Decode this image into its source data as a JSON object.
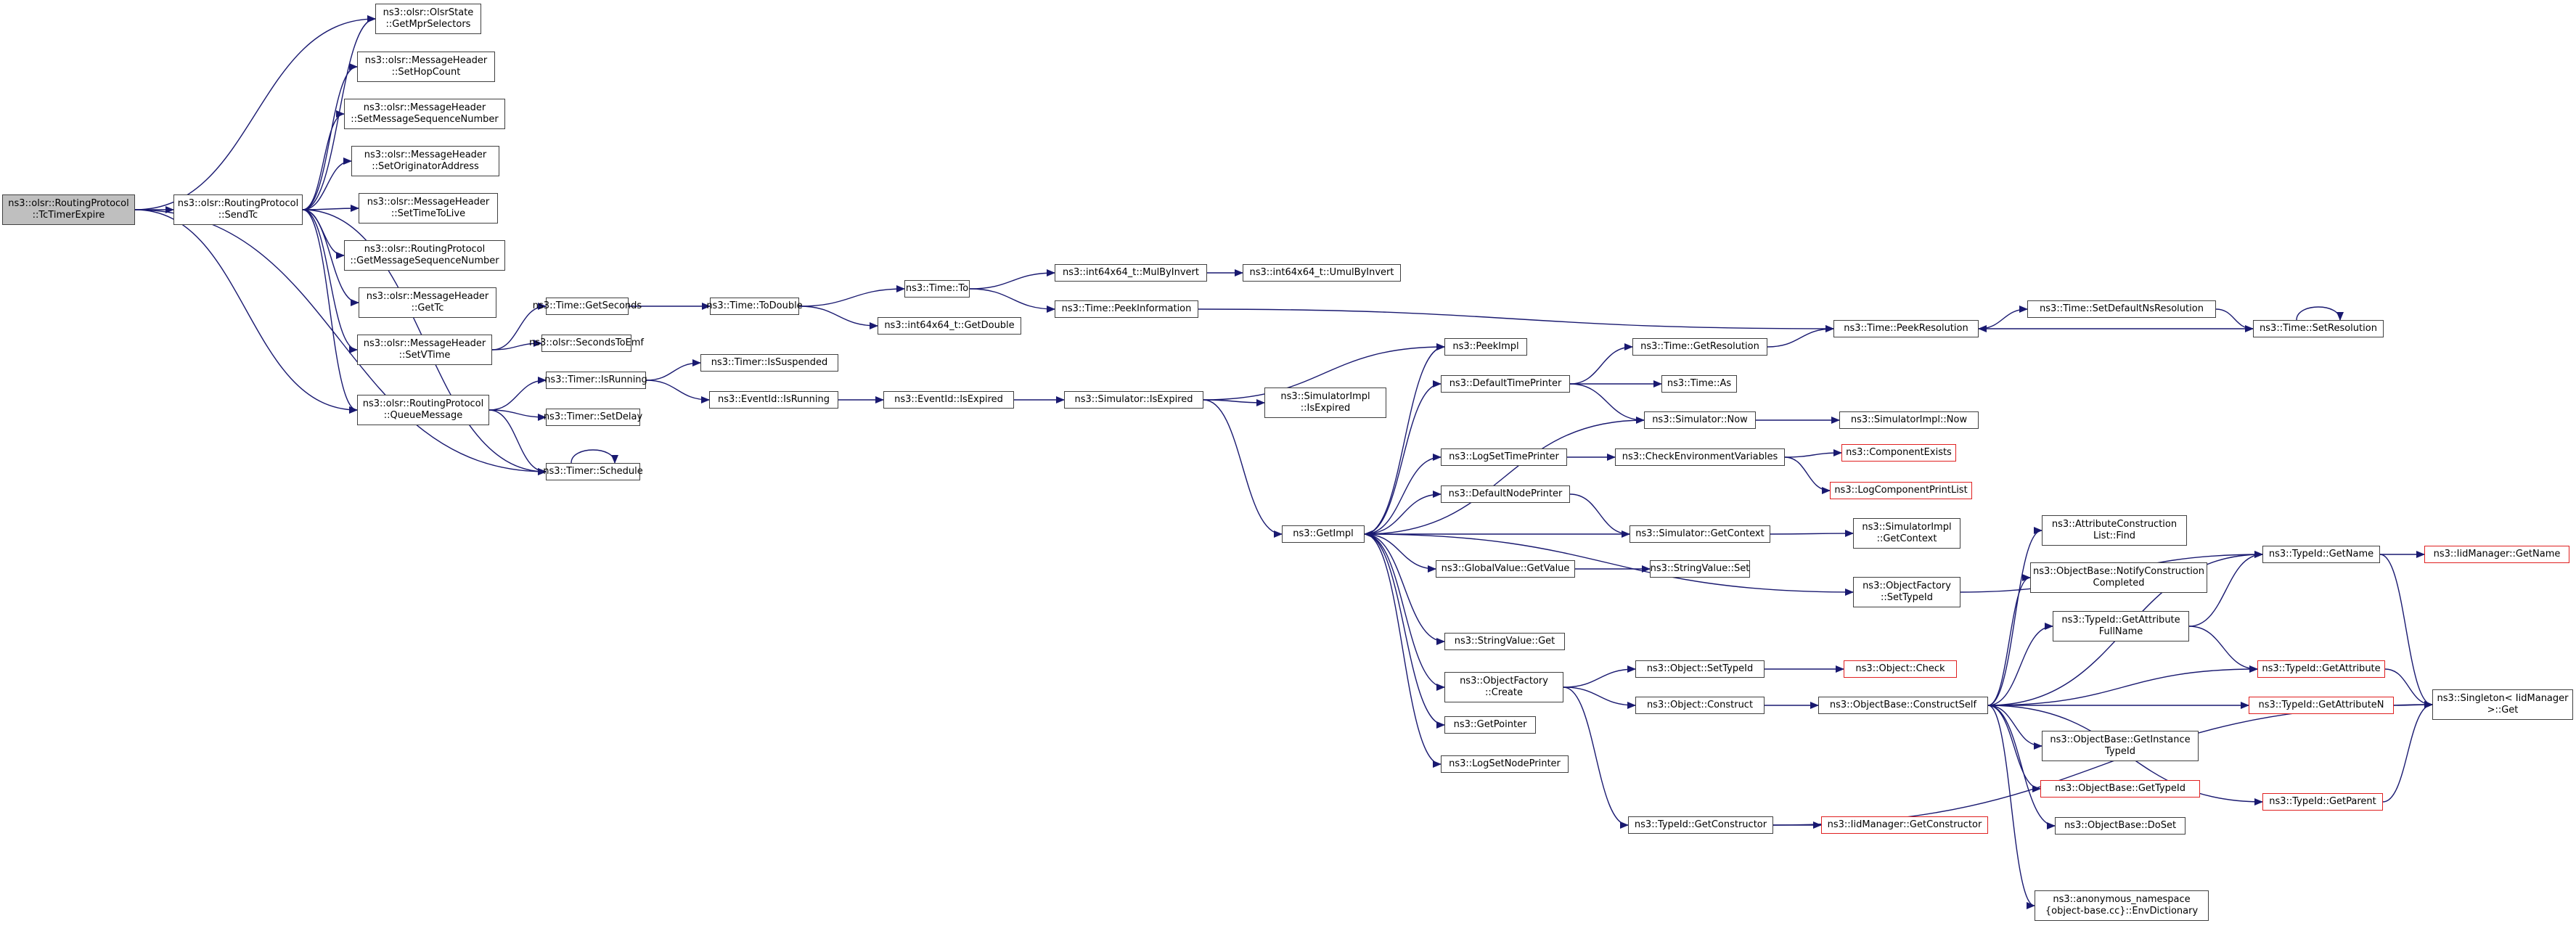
{
  "colors": {
    "edge": "#191970",
    "border": "#404040",
    "highlight_border": "#e02020",
    "root_fill": "#bfbfbf"
  },
  "nodes": [
    {
      "id": "root",
      "lines": [
        "ns3::olsr::RoutingProtocol",
        "::TcTimerExpire"
      ],
      "root": true
    },
    {
      "id": "sendtc",
      "lines": [
        "ns3::olsr::RoutingProtocol",
        "::SendTc"
      ]
    },
    {
      "id": "getmpr",
      "lines": [
        "ns3::olsr::OlsrState",
        "::GetMprSelectors"
      ]
    },
    {
      "id": "sethop",
      "lines": [
        "ns3::olsr::MessageHeader",
        "::SetHopCount"
      ]
    },
    {
      "id": "setmsgseq",
      "lines": [
        "ns3::olsr::MessageHeader",
        "::SetMessageSequenceNumber"
      ]
    },
    {
      "id": "setorig",
      "lines": [
        "ns3::olsr::MessageHeader",
        "::SetOriginatorAddress"
      ]
    },
    {
      "id": "setttl",
      "lines": [
        "ns3::olsr::MessageHeader",
        "::SetTimeToLive"
      ]
    },
    {
      "id": "getmsgseq",
      "lines": [
        "ns3::olsr::RoutingProtocol",
        "::GetMessageSequenceNumber"
      ]
    },
    {
      "id": "gettc",
      "lines": [
        "ns3::olsr::MessageHeader",
        "::GetTc"
      ]
    },
    {
      "id": "setvtime",
      "lines": [
        "ns3::olsr::MessageHeader",
        "::SetVTime"
      ]
    },
    {
      "id": "queue",
      "lines": [
        "ns3::olsr::RoutingProtocol",
        "::QueueMessage"
      ]
    },
    {
      "id": "getseconds",
      "lines": [
        "ns3::Time::GetSeconds"
      ]
    },
    {
      "id": "secondstoemf",
      "lines": [
        "ns3::olsr::SecondsToEmf"
      ]
    },
    {
      "id": "todouble",
      "lines": [
        "ns3::Time::ToDouble"
      ]
    },
    {
      "id": "timeto",
      "lines": [
        "ns3::Time::To"
      ]
    },
    {
      "id": "int64getdouble",
      "lines": [
        "ns3::int64x64_t::GetDouble"
      ]
    },
    {
      "id": "mulbyinvert",
      "lines": [
        "ns3::int64x64_t::MulByInvert"
      ]
    },
    {
      "id": "umulbyinvert",
      "lines": [
        "ns3::int64x64_t::UmulByInvert"
      ]
    },
    {
      "id": "peekinfo",
      "lines": [
        "ns3::Time::PeekInformation"
      ]
    },
    {
      "id": "peekres",
      "lines": [
        "ns3::Time::PeekResolution"
      ]
    },
    {
      "id": "setdefns",
      "lines": [
        "ns3::Time::SetDefaultNsResolution"
      ]
    },
    {
      "id": "setres",
      "lines": [
        "ns3::Time::SetResolution"
      ]
    },
    {
      "id": "timerisrunning",
      "lines": [
        "ns3::Timer::IsRunning"
      ]
    },
    {
      "id": "issuspended",
      "lines": [
        "ns3::Timer::IsSuspended"
      ]
    },
    {
      "id": "setdelay",
      "lines": [
        "ns3::Timer::SetDelay"
      ]
    },
    {
      "id": "schedule",
      "lines": [
        "ns3::Timer::Schedule"
      ]
    },
    {
      "id": "eventisrunning",
      "lines": [
        "ns3::EventId::IsRunning"
      ]
    },
    {
      "id": "eventisexpired",
      "lines": [
        "ns3::EventId::IsExpired"
      ]
    },
    {
      "id": "simisexpired",
      "lines": [
        "ns3::Simulator::IsExpired"
      ]
    },
    {
      "id": "simimplisexpired",
      "lines": [
        "ns3::SimulatorImpl",
        "::IsExpired"
      ]
    },
    {
      "id": "getimpl",
      "lines": [
        "ns3::GetImpl"
      ]
    },
    {
      "id": "peekimpl",
      "lines": [
        "ns3::PeekImpl"
      ]
    },
    {
      "id": "deftimeprinter",
      "lines": [
        "ns3::DefaultTimePrinter"
      ]
    },
    {
      "id": "getresolution",
      "lines": [
        "ns3::Time::GetResolution"
      ]
    },
    {
      "id": "timeas",
      "lines": [
        "ns3::Time::As"
      ]
    },
    {
      "id": "simnow",
      "lines": [
        "ns3::Simulator::Now"
      ]
    },
    {
      "id": "simimplnow",
      "lines": [
        "ns3::SimulatorImpl::Now"
      ]
    },
    {
      "id": "logsettime",
      "lines": [
        "ns3::LogSetTimePrinter"
      ]
    },
    {
      "id": "checkenv",
      "lines": [
        "ns3::CheckEnvironmentVariables"
      ]
    },
    {
      "id": "compexists",
      "lines": [
        "ns3::ComponentExists"
      ],
      "red": true
    },
    {
      "id": "logcomplist",
      "lines": [
        "ns3::LogComponentPrintList"
      ],
      "red": true
    },
    {
      "id": "defnodeprinter",
      "lines": [
        "ns3::DefaultNodePrinter"
      ]
    },
    {
      "id": "simgetcontext",
      "lines": [
        "ns3::Simulator::GetContext"
      ]
    },
    {
      "id": "simimplgetcontext",
      "lines": [
        "ns3::SimulatorImpl",
        "::GetContext"
      ]
    },
    {
      "id": "gvgetvalue",
      "lines": [
        "ns3::GlobalValue::GetValue"
      ]
    },
    {
      "id": "svset",
      "lines": [
        "ns3::StringValue::Set"
      ]
    },
    {
      "id": "ofsettypeid",
      "lines": [
        "ns3::ObjectFactory",
        "::SetTypeId"
      ]
    },
    {
      "id": "svget",
      "lines": [
        "ns3::StringValue::Get"
      ]
    },
    {
      "id": "ofcreate",
      "lines": [
        "ns3::ObjectFactory",
        "::Create"
      ]
    },
    {
      "id": "getpointer",
      "lines": [
        "ns3::GetPointer"
      ]
    },
    {
      "id": "logsetnode",
      "lines": [
        "ns3::LogSetNodePrinter"
      ]
    },
    {
      "id": "objsettypeid",
      "lines": [
        "ns3::Object::SetTypeId"
      ]
    },
    {
      "id": "objcheck",
      "lines": [
        "ns3::Object::Check"
      ],
      "red": true
    },
    {
      "id": "objconstruct",
      "lines": [
        "ns3::Object::Construct"
      ]
    },
    {
      "id": "constructself",
      "lines": [
        "ns3::ObjectBase::ConstructSelf"
      ]
    },
    {
      "id": "typeidgetctor",
      "lines": [
        "ns3::TypeId::GetConstructor"
      ]
    },
    {
      "id": "iidgetctor",
      "lines": [
        "ns3::IidManager::GetConstructor"
      ],
      "red": true
    },
    {
      "id": "attrconstfind",
      "lines": [
        "ns3::AttributeConstruction",
        "List::Find"
      ]
    },
    {
      "id": "notifyconst",
      "lines": [
        "ns3::ObjectBase::NotifyConstruction",
        "Completed"
      ]
    },
    {
      "id": "getattrfull",
      "lines": [
        "ns3::TypeId::GetAttribute",
        "FullName"
      ]
    },
    {
      "id": "typeidgetname",
      "lines": [
        "ns3::TypeId::GetName"
      ]
    },
    {
      "id": "iidgetname",
      "lines": [
        "ns3::IidManager::GetName"
      ],
      "red": true
    },
    {
      "id": "typeidgetattr",
      "lines": [
        "ns3::TypeId::GetAttribute"
      ],
      "red": true
    },
    {
      "id": "typeidgetattrn",
      "lines": [
        "ns3::TypeId::GetAttributeN"
      ],
      "red": true
    },
    {
      "id": "singleton",
      "lines": [
        "ns3::Singleton< IidManager",
        ">::Get"
      ]
    },
    {
      "id": "getinsttypeid",
      "lines": [
        "ns3::ObjectBase::GetInstance",
        "TypeId"
      ]
    },
    {
      "id": "obgettypeid",
      "lines": [
        "ns3::ObjectBase::GetTypeId"
      ],
      "red": true
    },
    {
      "id": "typeidgetparent",
      "lines": [
        "ns3::TypeId::GetParent"
      ],
      "red": true
    },
    {
      "id": "dofree",
      "lines": [
        "ns3::ObjectBase::DoSet"
      ]
    },
    {
      "id": "envdict",
      "lines": [
        "ns3::anonymous_namespace",
        "{object-base.cc}::EnvDictionary"
      ]
    }
  ],
  "edges": [
    [
      "root",
      "sendtc"
    ],
    [
      "root",
      "getmpr"
    ],
    [
      "root",
      "queue"
    ],
    [
      "root",
      "schedule"
    ],
    [
      "sendtc",
      "getmpr"
    ],
    [
      "sendtc",
      "sethop"
    ],
    [
      "sendtc",
      "setmsgseq"
    ],
    [
      "sendtc",
      "setorig"
    ],
    [
      "sendtc",
      "setttl"
    ],
    [
      "sendtc",
      "getmsgseq"
    ],
    [
      "sendtc",
      "gettc"
    ],
    [
      "sendtc",
      "setvtime"
    ],
    [
      "sendtc",
      "queue"
    ],
    [
      "sendtc",
      "schedule"
    ],
    [
      "setvtime",
      "getseconds"
    ],
    [
      "setvtime",
      "secondstoemf"
    ],
    [
      "getseconds",
      "todouble"
    ],
    [
      "todouble",
      "timeto"
    ],
    [
      "todouble",
      "int64getdouble"
    ],
    [
      "timeto",
      "mulbyinvert"
    ],
    [
      "timeto",
      "peekinfo"
    ],
    [
      "mulbyinvert",
      "umulbyinvert"
    ],
    [
      "peekinfo",
      "peekres"
    ],
    [
      "peekres",
      "setdefns"
    ],
    [
      "setdefns",
      "setres"
    ],
    [
      "setres",
      "peekres"
    ],
    [
      "setres",
      "setres"
    ],
    [
      "queue",
      "timerisrunning"
    ],
    [
      "queue",
      "setdelay"
    ],
    [
      "queue",
      "schedule"
    ],
    [
      "schedule",
      "schedule"
    ],
    [
      "timerisrunning",
      "issuspended"
    ],
    [
      "timerisrunning",
      "eventisrunning"
    ],
    [
      "eventisrunning",
      "eventisexpired"
    ],
    [
      "eventisexpired",
      "simisexpired"
    ],
    [
      "simisexpired",
      "peekimpl"
    ],
    [
      "simisexpired",
      "simimplisexpired"
    ],
    [
      "simisexpired",
      "getimpl"
    ],
    [
      "getimpl",
      "peekimpl"
    ],
    [
      "getimpl",
      "deftimeprinter"
    ],
    [
      "getimpl",
      "logsettime"
    ],
    [
      "getimpl",
      "defnodeprinter"
    ],
    [
      "getimpl",
      "gvgetvalue"
    ],
    [
      "getimpl",
      "ofsettypeid"
    ],
    [
      "getimpl",
      "svget"
    ],
    [
      "getimpl",
      "ofcreate"
    ],
    [
      "getimpl",
      "getpointer"
    ],
    [
      "getimpl",
      "logsetnode"
    ],
    [
      "deftimeprinter",
      "getresolution"
    ],
    [
      "deftimeprinter",
      "timeas"
    ],
    [
      "deftimeprinter",
      "simnow"
    ],
    [
      "getresolution",
      "peekres"
    ],
    [
      "simnow",
      "getimpl"
    ],
    [
      "simnow",
      "simimplnow"
    ],
    [
      "logsettime",
      "checkenv"
    ],
    [
      "checkenv",
      "compexists"
    ],
    [
      "checkenv",
      "logcomplist"
    ],
    [
      "defnodeprinter",
      "simgetcontext"
    ],
    [
      "simgetcontext",
      "getimpl"
    ],
    [
      "simgetcontext",
      "simimplgetcontext"
    ],
    [
      "gvgetvalue",
      "svset"
    ],
    [
      "ofsettypeid",
      "typeidgetname"
    ],
    [
      "ofcreate",
      "objsettypeid"
    ],
    [
      "ofcreate",
      "objconstruct"
    ],
    [
      "ofcreate",
      "typeidgetctor"
    ],
    [
      "objsettypeid",
      "objcheck"
    ],
    [
      "objconstruct",
      "constructself"
    ],
    [
      "typeidgetctor",
      "iidgetctor"
    ],
    [
      "typeidgetctor",
      "singleton"
    ],
    [
      "constructself",
      "attrconstfind"
    ],
    [
      "constructself",
      "notifyconst"
    ],
    [
      "constructself",
      "getattrfull"
    ],
    [
      "constructself",
      "typeidgetname"
    ],
    [
      "constructself",
      "typeidgetattr"
    ],
    [
      "constructself",
      "typeidgetattrn"
    ],
    [
      "constructself",
      "getinsttypeid"
    ],
    [
      "constructself",
      "obgettypeid"
    ],
    [
      "constructself",
      "typeidgetparent"
    ],
    [
      "constructself",
      "dofree"
    ],
    [
      "constructself",
      "envdict"
    ],
    [
      "getattrfull",
      "typeidgetname"
    ],
    [
      "getattrfull",
      "typeidgetattr"
    ],
    [
      "typeidgetname",
      "iidgetname"
    ],
    [
      "typeidgetname",
      "singleton"
    ],
    [
      "typeidgetattr",
      "singleton"
    ],
    [
      "typeidgetattrn",
      "singleton"
    ],
    [
      "typeidgetparent",
      "singleton"
    ]
  ]
}
